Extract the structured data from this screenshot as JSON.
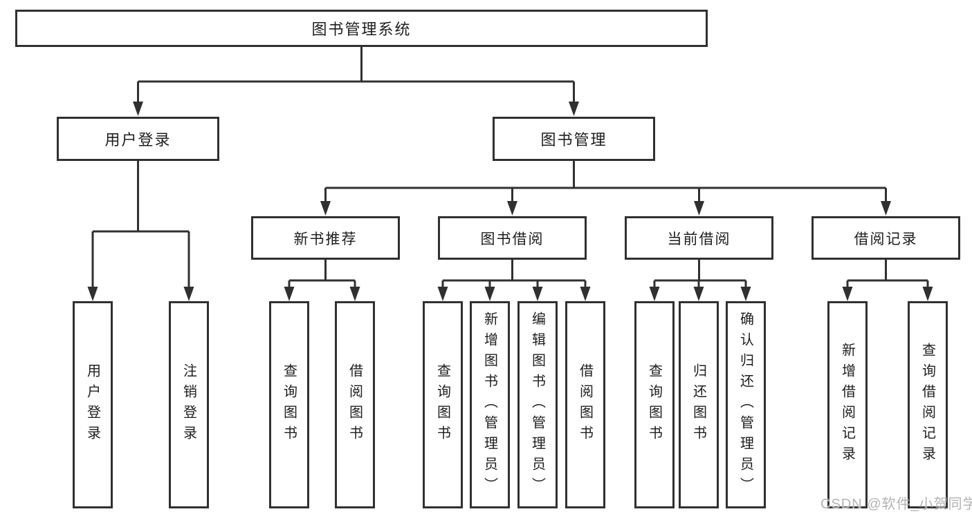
{
  "diagram": {
    "root": {
      "label": "图书管理系统"
    },
    "branches": [
      {
        "label": "用户登录",
        "children": [
          {
            "label": "用户登录"
          },
          {
            "label": "注销登录"
          }
        ]
      },
      {
        "label": "图书管理",
        "children": [
          {
            "label": "新书推荐",
            "children": [
              {
                "label": "查询图书"
              },
              {
                "label": "借阅图书"
              }
            ]
          },
          {
            "label": "图书借阅",
            "children": [
              {
                "label": "查询图书"
              },
              {
                "label": "新增图书（管理员）"
              },
              {
                "label": "编辑图书（管理员）"
              },
              {
                "label": "借阅图书"
              }
            ]
          },
          {
            "label": "当前借阅",
            "children": [
              {
                "label": "查询图书"
              },
              {
                "label": "归还图书"
              },
              {
                "label": "确认归还（管理员）"
              }
            ]
          },
          {
            "label": "借阅记录",
            "children": [
              {
                "label": "新增借阅记录"
              },
              {
                "label": "查询借阅记录"
              }
            ]
          }
        ]
      }
    ]
  },
  "watermark": {
    "text": "CSDN @软件_小贺同学"
  },
  "colors": {
    "line": "#303030",
    "text": "#1d1d1d",
    "watermark": "#b3b3b3",
    "background": "#ffffff"
  }
}
